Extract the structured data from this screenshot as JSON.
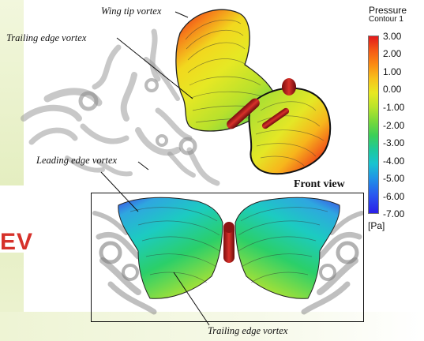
{
  "captions": {
    "wing_tip_vortex": "Wing tip vortex",
    "trailing_edge_vortex_top": "Trailing edge vortex",
    "leading_edge_vortex": "Leading edge vortex",
    "front_view": "Front view",
    "trailing_edge_vortex_bottom": "Trailing edge vortex"
  },
  "slide_fragment": {
    "text": "EV",
    "color": "#d6312a"
  },
  "legend": {
    "title": "Pressure",
    "subtitle": "Contour 1",
    "ticks": [
      "3.00",
      "2.00",
      "1.00",
      "0.00",
      "-1.00",
      "-2.00",
      "-3.00",
      "-4.00",
      "-5.00",
      "-6.00",
      "-7.00"
    ],
    "unit": "[Pa]",
    "range": [
      3.0,
      -7.0
    ]
  }
}
